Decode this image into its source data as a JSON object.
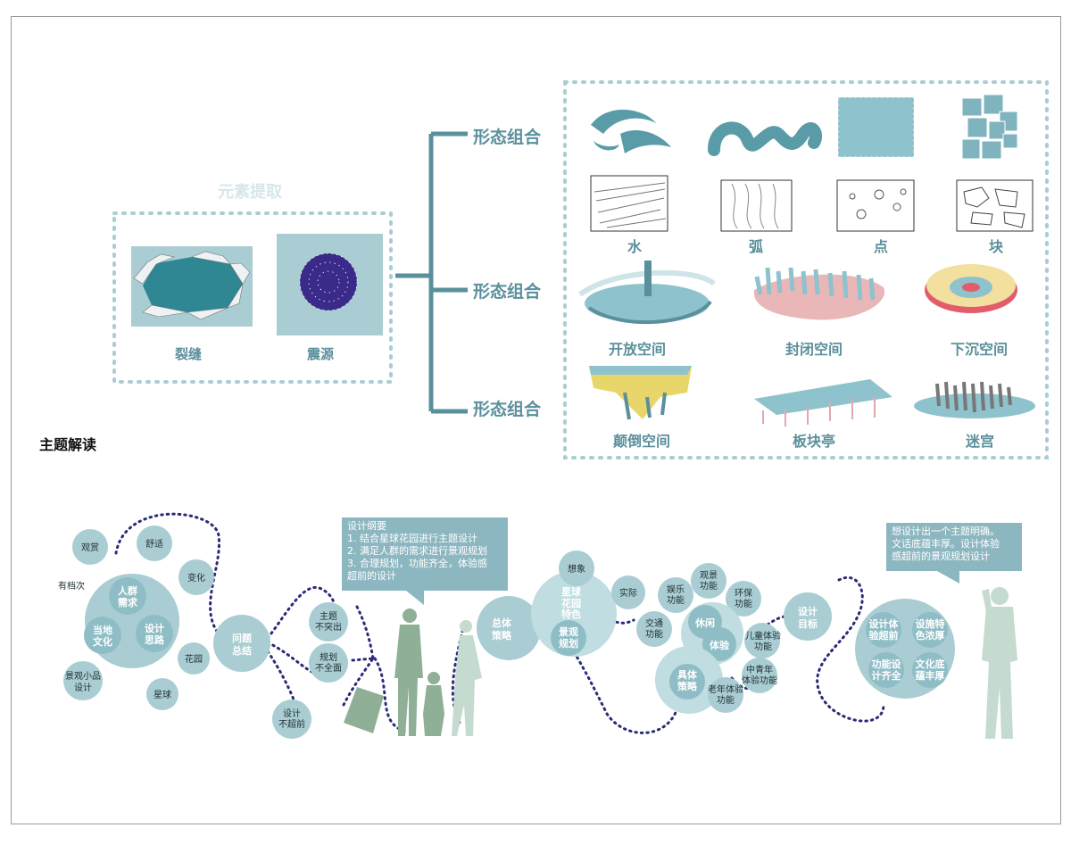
{
  "extract": {
    "title": "元素提取",
    "items": [
      "裂缝",
      "震源"
    ]
  },
  "branches": [
    "形态组合",
    "形态组合",
    "形态组合"
  ],
  "forms": {
    "row1": [
      "水",
      "弧",
      "点",
      "块"
    ],
    "row2": [
      "开放空间",
      "封闭空间",
      "下沉空间"
    ],
    "row3": [
      "颠倒空间",
      "板块亭",
      "迷宫"
    ]
  },
  "theme_title": "主题解读",
  "bubbles": {
    "people_need": "人群需求",
    "design_idea": "设计思路",
    "local_culture": "当地文化",
    "view": "观赏",
    "comfort": "舒适",
    "change": "变化",
    "layered": "有档次",
    "garden": "花园",
    "small_design": "景观小品设计",
    "planet": "星球",
    "problem_summary": "问题总结",
    "theme_weak": "主题不突出",
    "plan_incomplete": "规划不全面",
    "design_modest": "设计不超前",
    "overall_strategy": "总体策略",
    "imagine": "想象",
    "planet_garden": "星球花园特色",
    "landscape_plan": "景观规划",
    "reality": "实际",
    "entertain": "娱乐功能",
    "scenic": "观景功能",
    "eco": "环保功能",
    "traffic": "交通功能",
    "leisure": "休闲",
    "experience": "体验",
    "child": "儿童体验功能",
    "concrete": "具体策略",
    "youth": "中青年体验功能",
    "elder": "老年体验功能",
    "goal": "设计目标",
    "g1": "设计体验超前",
    "g2": "设施特色浓厚",
    "g3": "功能设计齐全",
    "g4": "文化底蕴丰厚"
  },
  "notes": {
    "outline": [
      "设计纲要",
      "1. 结合星球花园进行主题设计",
      "2. 满足人群的需求进行景观规划",
      "3. 合理规划，功能齐全，体验感",
      "超前的设计"
    ],
    "aim": [
      "想设计出一个主题明确。",
      "文话底蕴丰厚。设计体验",
      "感超前的景观规划设计"
    ]
  },
  "colors": {
    "teal": "#5a8f9c",
    "bubble": "#a9cdd3",
    "dots": "#2a2a7a",
    "figure": "#8fb096"
  }
}
